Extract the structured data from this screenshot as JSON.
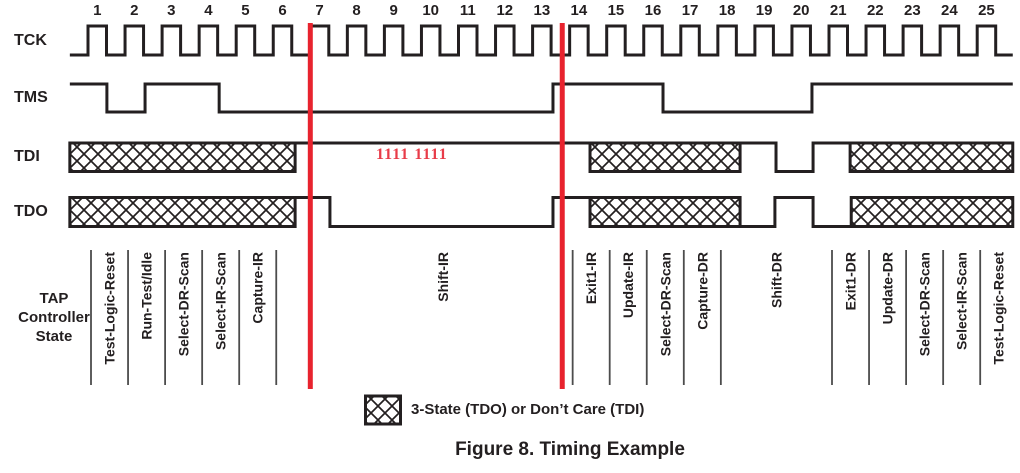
{
  "figure": {
    "caption": "Figure 8. Timing Example"
  },
  "legend": {
    "label": "3-State (TDO) or Don’t Care (TDI)"
  },
  "tap_state_title": "TAP Controller State",
  "annotation": {
    "text": "1111 1111"
  },
  "axis": {
    "clock_numbers": [
      "1",
      "2",
      "3",
      "4",
      "5",
      "6",
      "7",
      "8",
      "9",
      "10",
      "11",
      "12",
      "13",
      "14",
      "15",
      "16",
      "17",
      "18",
      "19",
      "20",
      "21",
      "22",
      "23",
      "24",
      "25"
    ]
  },
  "signals": [
    {
      "name": "TCK",
      "type": "clock",
      "pulses": 25
    },
    {
      "name": "TMS",
      "type": "wave",
      "segments": [
        {
          "lvl": 1,
          "from": 0.51,
          "to": 1.51
        },
        {
          "lvl": 0,
          "from": 1.51,
          "to": 2.54
        },
        {
          "lvl": 1,
          "from": 2.54,
          "to": 4.54
        },
        {
          "lvl": 0,
          "from": 4.54,
          "to": 13.55
        },
        {
          "lvl": 1,
          "from": 13.55,
          "to": 16.52
        },
        {
          "lvl": 0,
          "from": 16.52,
          "to": 20.54
        },
        {
          "lvl": 1,
          "from": 20.54,
          "to": 25.96
        }
      ]
    },
    {
      "name": "TDI",
      "type": "wave",
      "segments": [
        {
          "lvl": "x",
          "from": 0.51,
          "to": 6.59
        },
        {
          "lvl": 1,
          "from": 6.59,
          "to": 14.55
        },
        {
          "lvl": "x",
          "from": 14.55,
          "to": 18.6
        },
        {
          "lvl": 1,
          "from": 18.6,
          "to": 19.57
        },
        {
          "lvl": 0,
          "from": 19.57,
          "to": 20.57
        },
        {
          "lvl": 1,
          "from": 20.57,
          "to": 21.57
        },
        {
          "lvl": "x",
          "from": 21.57,
          "to": 25.96
        }
      ]
    },
    {
      "name": "TDO",
      "type": "wave",
      "segments": [
        {
          "lvl": "x",
          "from": 0.51,
          "to": 6.59
        },
        {
          "lvl": 1,
          "from": 6.59,
          "to": 7.53
        },
        {
          "lvl": 0,
          "from": 7.53,
          "to": 13.55
        },
        {
          "lvl": 1,
          "from": 13.55,
          "to": 14.55
        },
        {
          "lvl": "x",
          "from": 14.55,
          "to": 18.6
        },
        {
          "lvl": 0,
          "from": 18.6,
          "to": 19.54
        },
        {
          "lvl": 1,
          "from": 19.54,
          "to": 20.57
        },
        {
          "lvl": 0,
          "from": 20.57,
          "to": 21.6
        },
        {
          "lvl": "x",
          "from": 21.6,
          "to": 25.96
        }
      ]
    }
  ],
  "tap_states": [
    {
      "label": "Test-Logic-Reset",
      "from_clock": 1,
      "to_clock": 2
    },
    {
      "label": "Run-Test/Idle",
      "from_clock": 2,
      "to_clock": 3
    },
    {
      "label": "Select-DR-Scan",
      "from_clock": 3,
      "to_clock": 4
    },
    {
      "label": "Select-IR-Scan",
      "from_clock": 4,
      "to_clock": 5
    },
    {
      "label": "Capture-IR",
      "from_clock": 5,
      "to_clock": 6
    },
    {
      "label": "Shift-IR",
      "from_clock": 7,
      "to_clock": 14
    },
    {
      "label": "Exit1-IR",
      "from_clock": 14,
      "to_clock": 15
    },
    {
      "label": "Update-IR",
      "from_clock": 15,
      "to_clock": 16
    },
    {
      "label": "Select-DR-Scan",
      "from_clock": 16,
      "to_clock": 17
    },
    {
      "label": "Capture-DR",
      "from_clock": 17,
      "to_clock": 18
    },
    {
      "label": "Shift-DR",
      "from_clock": 18,
      "to_clock": 21
    },
    {
      "label": "Exit1-DR",
      "from_clock": 21,
      "to_clock": 22
    },
    {
      "label": "Update-DR",
      "from_clock": 22,
      "to_clock": 23
    },
    {
      "label": "Select-DR-Scan",
      "from_clock": 23,
      "to_clock": 24
    },
    {
      "label": "Select-IR-Scan",
      "from_clock": 24,
      "to_clock": 25
    },
    {
      "label": "Test-Logic-Reset",
      "from_clock": 25,
      "to_clock": 26
    }
  ],
  "markers": [
    {
      "at_clock": 7.0
    },
    {
      "at_clock": 13.8
    }
  ],
  "colors": {
    "line": "#231f20",
    "red": "#e8232e",
    "annotation_red": "#e83b48",
    "divider": "#4c4c4c"
  }
}
